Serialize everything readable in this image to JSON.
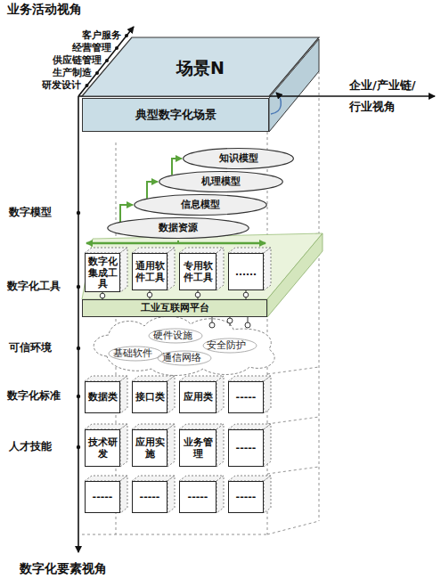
{
  "diagram": {
    "nodes": [
      {
        "text": [
          "场景N"
        ]
      },
      {
        "text": [
          "典型数字化场景"
        ]
      },
      {
        "text": [
          "知识模型"
        ]
      },
      {
        "text": [
          "机理模型"
        ]
      },
      {
        "text": [
          "信息模型"
        ]
      },
      {
        "text": [
          "数据资源"
        ]
      },
      {
        "text": [
          "数字化集成工具"
        ]
      },
      {
        "text": [
          "通用软件工具"
        ]
      },
      {
        "text": [
          "专用软件工具"
        ]
      },
      {
        "text": [
          "......"
        ]
      },
      {
        "text": [
          "工业互联网平台"
        ]
      },
      {
        "text": [
          "数据类"
        ]
      },
      {
        "text": [
          "接口类"
        ]
      },
      {
        "text": [
          "应用类"
        ]
      },
      {
        "text": [
          "-----"
        ]
      },
      {
        "text": [
          "技术研发"
        ]
      },
      {
        "text": [
          "应用实施"
        ]
      },
      {
        "text": [
          "业务管理"
        ]
      },
      {
        "text": [
          "-----"
        ]
      },
      {
        "text": [
          "-----"
        ]
      },
      {
        "text": [
          "-----"
        ]
      },
      {
        "text": [
          "-----"
        ]
      },
      {
        "text": [
          "-----"
        ]
      }
    ],
    "edges": [
      {
        "from": 5,
        "to": 4,
        "arrow": "to"
      },
      {
        "from": 4,
        "to": 3,
        "arrow": "to"
      },
      {
        "from": 3,
        "to": 2,
        "arrow": "to"
      },
      {
        "from": 6,
        "to": 10,
        "arrow": "none"
      },
      {
        "from": 7,
        "to": 10,
        "arrow": "none"
      },
      {
        "from": 8,
        "to": 10,
        "arrow": "none"
      },
      {
        "from": 9,
        "to": 10,
        "arrow": "none"
      }
    ],
    "labels": [
      "业务活动视角",
      "客户服务",
      "经营管理",
      "供应链管理",
      "生产制造",
      "研发设计",
      "企业/产业链/行业视角",
      "数字模型",
      "数字化工具",
      "可信环境",
      "数字化标准",
      "人才技能",
      "硬件设施",
      "安全防护",
      "基础软件",
      "通信网络",
      "数字化要素视角"
    ]
  }
}
